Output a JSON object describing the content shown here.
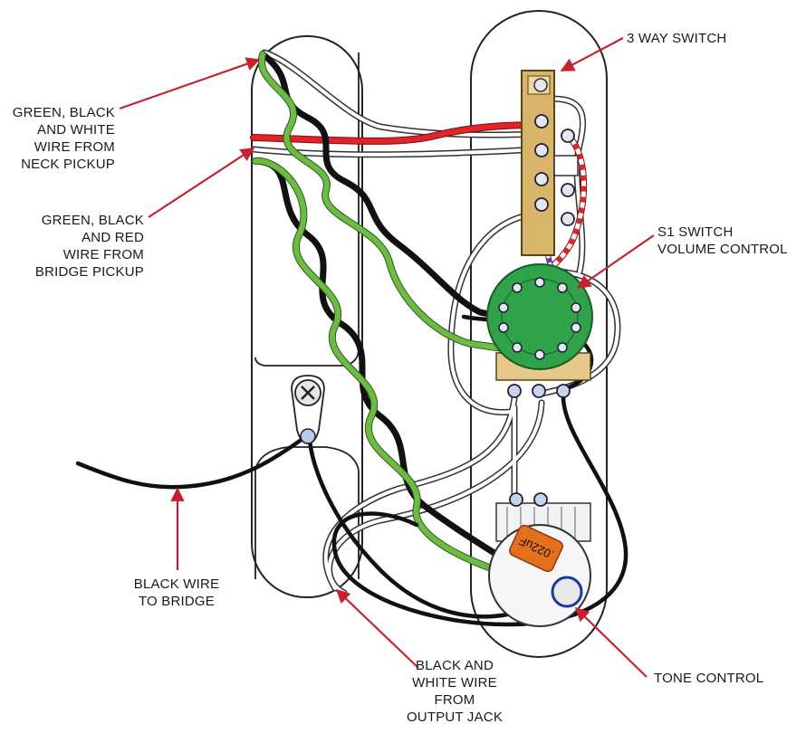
{
  "labels": {
    "three_way_switch": "3 WAY SWITCH",
    "neck_pickup_wire": "GREEN, BLACK\nAND WHITE\nWIRE FROM\nNECK PICKUP",
    "bridge_pickup_wire": "GREEN, BLACK\nAND RED\nWIRE FROM\nBRIDGE PICKUP",
    "s1_switch": "S1 SWITCH\nVOLUME CONTROL",
    "black_wire_bridge": "BLACK WIRE\nTO BRIDGE",
    "output_jack_wire": "BLACK AND\nWHITE WIRE\nFROM\nOUTPUT JACK",
    "tone_control": "TONE CONTROL"
  },
  "capacitor_value": ".022uF",
  "colors": {
    "arrow": "#c8202f",
    "wire_green": "#6cbb45",
    "wire_red": "#e0242a",
    "wire_black": "#111111",
    "wire_white": "#ffffff",
    "switch_body": "#d9b56a",
    "pcb_green": "#2fa24a",
    "capacitor": "#e4701f",
    "outline": "#222222"
  }
}
